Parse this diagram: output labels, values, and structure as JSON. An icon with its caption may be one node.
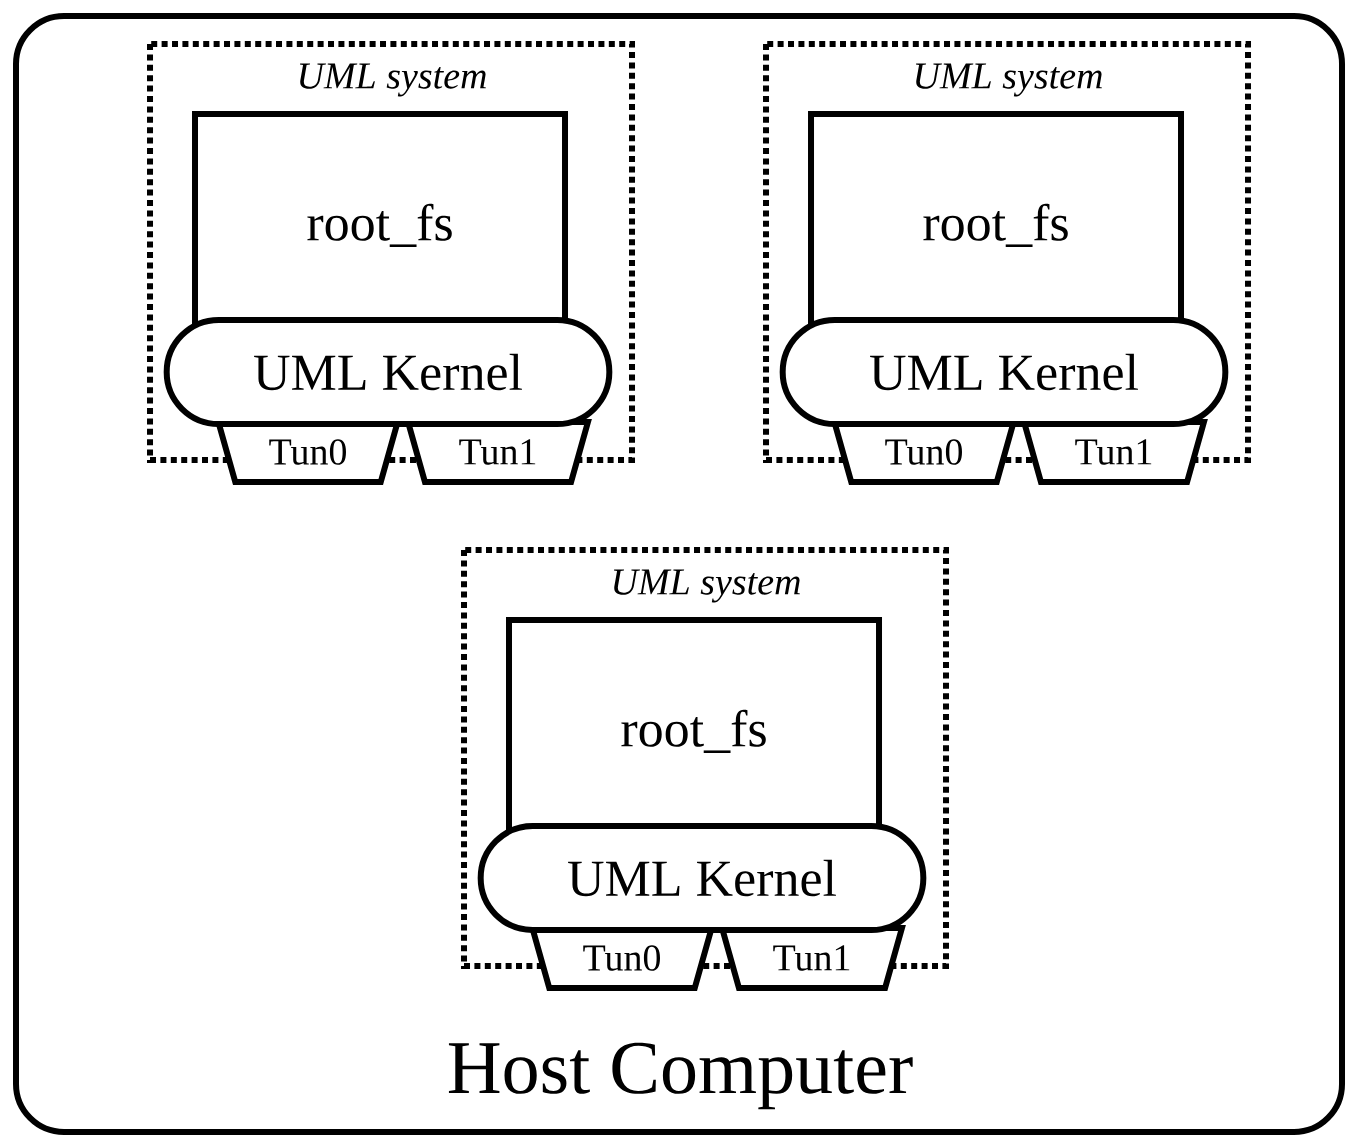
{
  "diagram": {
    "nodes": [
      {
        "text": [
          "Host Computer"
        ]
      },
      {
        "text": [
          "UML system"
        ],
        "in": 0
      },
      {
        "text": [
          "root_fs"
        ],
        "in": 1
      },
      {
        "text": [
          "UML Kernel"
        ],
        "in": 1
      },
      {
        "text": [
          "Tun0"
        ],
        "in": 0
      },
      {
        "text": [
          "Tun1"
        ],
        "in": 0
      },
      {
        "text": [
          "UML system"
        ],
        "in": 0
      },
      {
        "text": [
          "root_fs"
        ],
        "in": 6
      },
      {
        "text": [
          "UML Kernel"
        ],
        "in": 6
      },
      {
        "text": [
          "Tun0"
        ],
        "in": 0
      },
      {
        "text": [
          "Tun1"
        ],
        "in": 0
      },
      {
        "text": [
          "UML system"
        ],
        "in": 0
      },
      {
        "text": [
          "root_fs"
        ],
        "in": 11
      },
      {
        "text": [
          "UML Kernel"
        ],
        "in": 11
      },
      {
        "text": [
          "Tun0"
        ],
        "in": 0
      },
      {
        "text": [
          "Tun1"
        ],
        "in": 0
      }
    ]
  }
}
